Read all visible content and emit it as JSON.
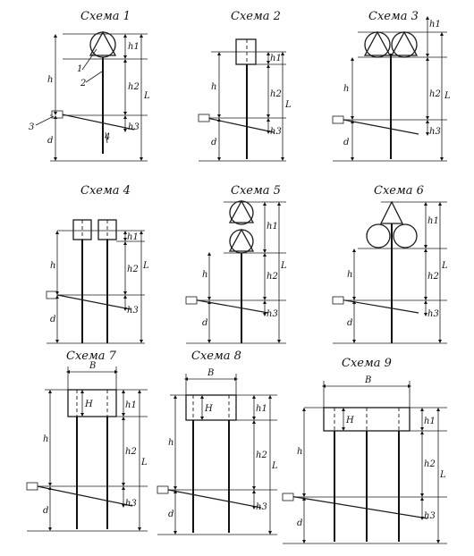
{
  "schemes": [
    {
      "title": "Схема 1"
    },
    {
      "title": "Схема 2"
    },
    {
      "title": "Схема 3"
    },
    {
      "title": "Схема 4"
    },
    {
      "title": "Схема 5"
    },
    {
      "title": "Схема 6"
    },
    {
      "title": "Схема 7"
    },
    {
      "title": "Схема 8"
    },
    {
      "title": "Схема 9"
    }
  ],
  "labels": {
    "h": "h",
    "h1": "h1",
    "h2": "h2",
    "h3": "h3",
    "L": "L",
    "d": "d",
    "B": "B",
    "H": "H",
    "n1": "1",
    "n2": "2",
    "n3": "3",
    "n4": "4"
  }
}
